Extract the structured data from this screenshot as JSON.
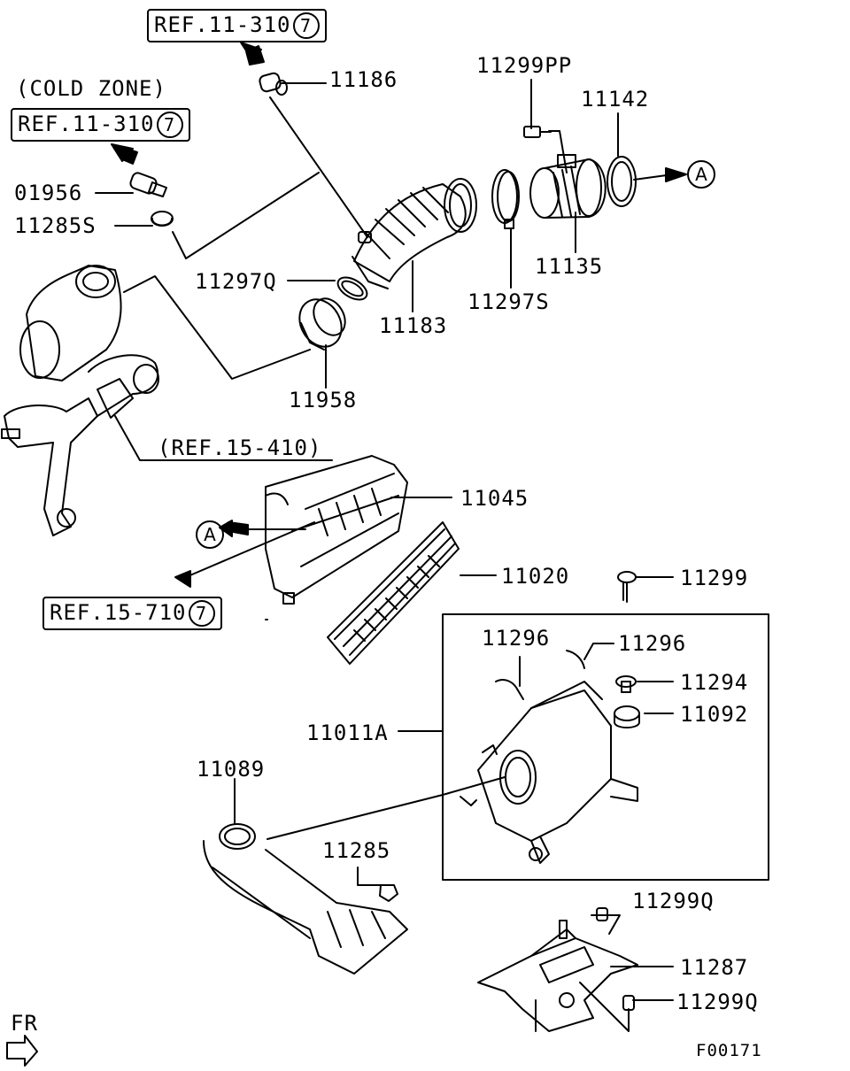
{
  "diagram": {
    "refs": {
      "ref_top": {
        "text": "REF.11-310",
        "circle": "7"
      },
      "ref_cold": {
        "text": "REF.11-310",
        "circle": "7"
      },
      "ref_mid": {
        "text": "REF.15-710",
        "circle": "7"
      },
      "ref_paren": "(REF.15-410)",
      "cold_zone": "(COLD ZONE)"
    },
    "callout_a": "A",
    "parts": {
      "p11186": "11186",
      "p11299PP": "11299PP",
      "p11142": "11142",
      "p01956": "01956",
      "p11285S": "11285S",
      "p11135": "11135",
      "p11297Q": "11297Q",
      "p11297S": "11297S",
      "p11183": "11183",
      "p11958": "11958",
      "p11045": "11045",
      "p11020": "11020",
      "p11299": "11299",
      "p11296a": "11296",
      "p11296b": "11296",
      "p11294": "11294",
      "p11092": "11092",
      "p11011A": "11011A",
      "p11089": "11089",
      "p11285": "11285",
      "p11299Qa": "11299Q",
      "p11287": "11287",
      "p11299Qb": "11299Q"
    },
    "direction": "FR",
    "figure_code": "F00171"
  }
}
